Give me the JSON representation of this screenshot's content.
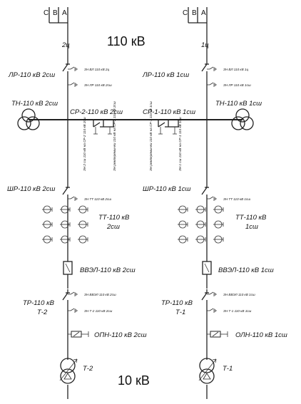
{
  "voltage_top": "110 кВ",
  "voltage_bottom": "10 кВ",
  "phases": [
    "С",
    "В",
    "А"
  ],
  "left": {
    "circuit": "2ц",
    "lr": "ЛР-110 кВ 2сш",
    "lr_es1": "ЗН ВЛ 110 кВ 2ц",
    "lr_es2": "ЗН ЛР 110 кВ 2сш",
    "tn": "ТН-110 кВ 2сш",
    "sr": "СР-2-110 кВ 2сш",
    "sr_es1": "ЗН 2 сш 110 кВ на СР-2 110 кВ 2сш",
    "sr_es2": "ЗН ремперемычки 110 кВ на СР-2 110 кВ 2сш",
    "shr": "ШР-110 кВ 2сш",
    "shr_es": "ЗН ТТ 110 кВ 2сш",
    "tt": "ТТ-110 кВ",
    "tt2": "2сш",
    "vvel": "ВВЭЛ-110 кВ 2сш",
    "tr": "ТР-110 кВ",
    "tr2": "Т-2",
    "tr_es1": "ЗН ВВЭЛ 110 кВ 2сш",
    "tr_es2": "ЗН Т-2 110 кВ 2сш",
    "opn": "ОПН-110 кВ 2сш",
    "transformer": "Т-2"
  },
  "right": {
    "circuit": "1ц",
    "lr": "ЛР-110 кВ 1сш",
    "lr_es1": "ЗН ВЛ 110 кВ 1ц",
    "lr_es2": "ЗН ЛР 110 кВ 1сш",
    "tn": "ТН-110 кВ 1сш",
    "sr": "СР-1-110 кВ 1сш",
    "sr_es1": "ЗН ремперемычки 110 кВ на СР-1 110 кВ 1сш",
    "sr_es2": "ЗН 1 сш 110 кВ на СР-1 110 кВ 1сш",
    "shr": "ШР-110 кВ 1сш",
    "shr_es": "ЗН ТТ 110 кВ 1сш",
    "tt": "ТТ-110 кВ",
    "tt2": "1сш",
    "vvel": "ВВЭЛ-110 кВ 1сш",
    "tr": "ТР-110 кВ",
    "tr2": "Т-1",
    "tr_es1": "ЗН ВВЭЛ 110 кВ 1сш",
    "tr_es2": "ЗН Т-1 110 кВ 1сш",
    "opn": "ОЛН-110 кВ 1сш",
    "transformer": "Т-1"
  }
}
